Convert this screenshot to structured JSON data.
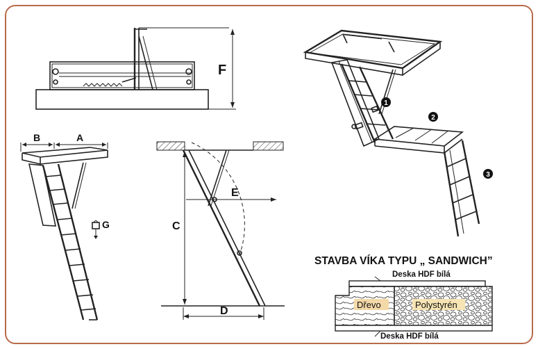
{
  "frame_color": "#b86a4a",
  "dimensions": {
    "a": "A",
    "b": "B",
    "c": "C",
    "d": "D",
    "e": "E",
    "f": "F",
    "g": "G"
  },
  "steps": {
    "step1": "1",
    "step2": "2",
    "step3": "3"
  },
  "sandwich": {
    "title": "STAVBA VÍKA TYPU „ SANDWICH”",
    "top_label": "Deska HDF bílá",
    "bottom_label": "Deska HDF bílá",
    "wood_label": "Dřevo",
    "foam_label": "Polystyrén",
    "wood_color": "#f3d9a8",
    "foam_color": "#f6e4b4"
  }
}
